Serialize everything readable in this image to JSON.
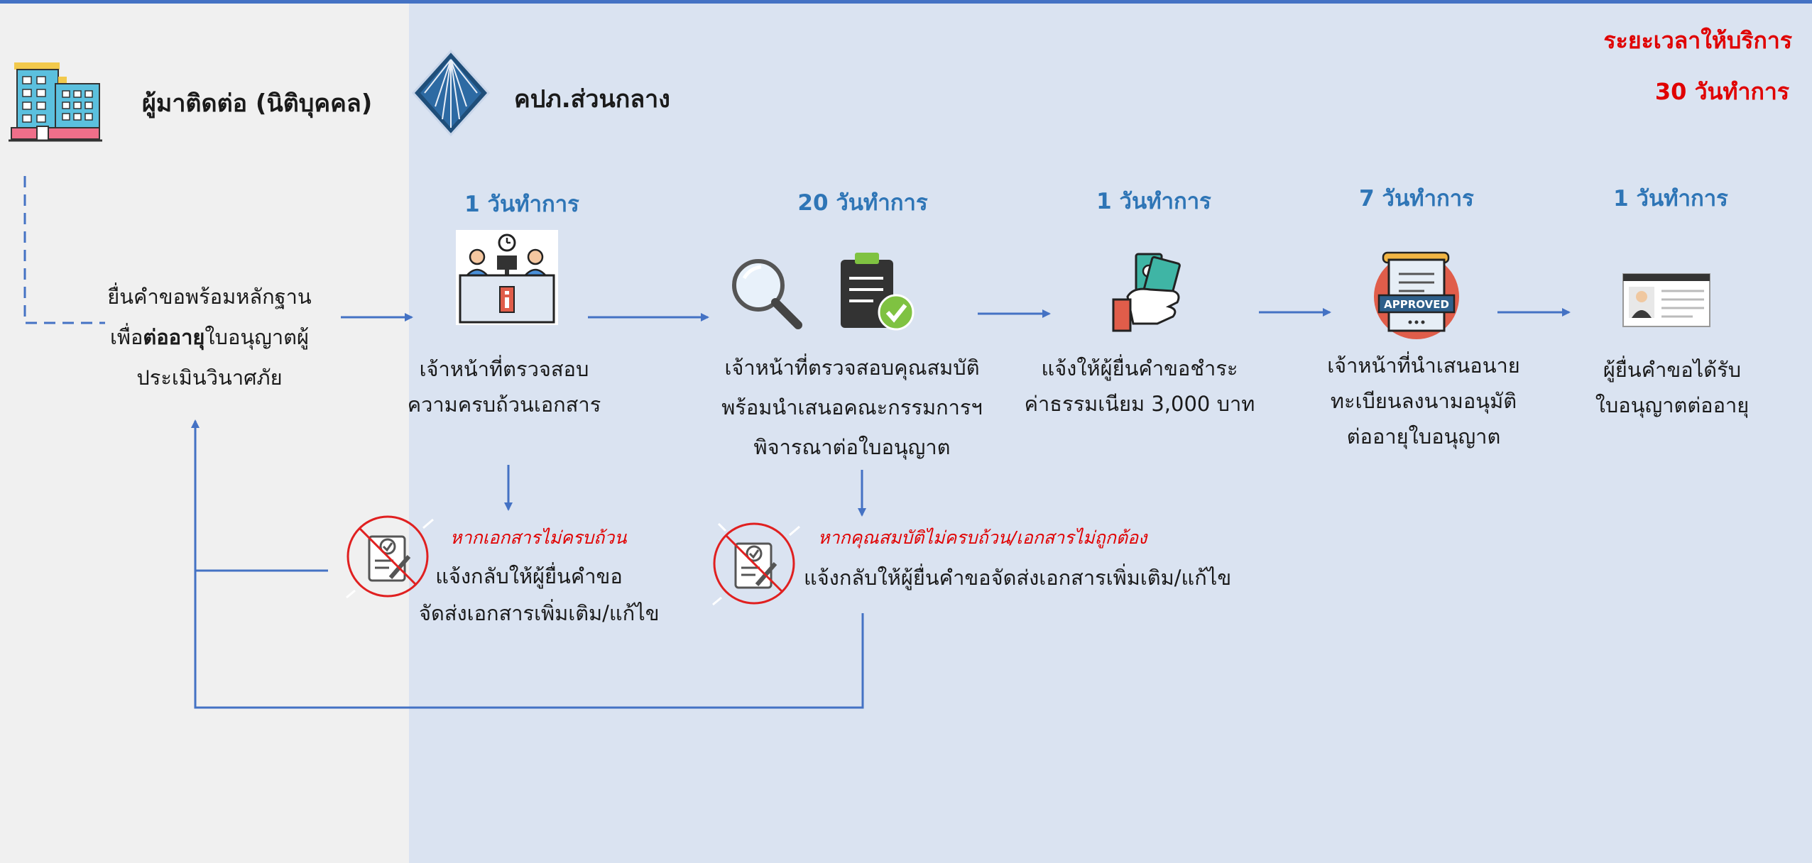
{
  "header": {
    "applicant_label": "ผู้มาติดต่อ (นิติบุคคล)",
    "agency_label": "คปภ.ส่วนกลาง",
    "service_time_label": "ระยะเวลาให้บริการ",
    "service_time_value": "30 วันทำการ"
  },
  "submit": {
    "line1": "ยื่นคำขอพร้อมหลักฐาน",
    "line2_prefix": "เพื่อ",
    "line2_bold": "ต่ออายุ",
    "line2_suffix": "ใบอนุญาตผู้",
    "line3": "ประเมินวินาศภัย"
  },
  "steps": [
    {
      "days": "1 วันทำการ",
      "lines": [
        "เจ้าหน้าที่ตรวจสอบ",
        "ความครบถ้วนเอกสาร"
      ],
      "icon": "reception-desk-icon"
    },
    {
      "days": "20 วันทำการ",
      "lines": [
        "เจ้าหน้าที่ตรวจสอบคุณสมบัติ",
        "พร้อมนำเสนอคณะกรรมการฯ",
        "พิจารณาต่อใบอนุญาต"
      ],
      "icon": "magnifier-clipboard-icon"
    },
    {
      "days": "1 วันทำการ",
      "lines": [
        "แจ้งให้ผู้ยื่นคำขอชำระ",
        "ค่าธรรมเนียม 3,000 บาท"
      ],
      "icon": "payment-hand-icon"
    },
    {
      "days": "7 วันทำการ",
      "lines": [
        "เจ้าหน้าที่นำเสนอนาย",
        "ทะเบียนลงนามอนุมัติ",
        "ต่ออายุใบอนุญาต"
      ],
      "icon": "approved-document-icon"
    },
    {
      "days": "1 วันทำการ",
      "lines": [
        "ผู้ยื่นคำขอได้รับ",
        "ใบอนุญาตต่ออายุ"
      ],
      "icon": "license-card-icon"
    }
  ],
  "rejections": [
    {
      "warning": "หากเอกสารไม่ครบถ้วน",
      "lines": [
        "แจ้งกลับให้ผู้ยื่นคำขอ",
        "จัดส่งเอกสารเพิ่มเติม/แก้ไข"
      ]
    },
    {
      "warning": "หากคุณสมบัติไม่ครบถ้วน/เอกสารไม่ถูกต้อง",
      "lines": [
        "แจ้งกลับให้ผู้ยื่นคำขอจัดส่งเอกสารเพิ่มเติม/แก้ไข"
      ]
    }
  ],
  "colors": {
    "accent": "#4472c4",
    "days_blue": "#2e75b6",
    "alert_red": "#e00000",
    "panel_left": "#f0f0f0",
    "panel_right": "#dae3f1"
  }
}
